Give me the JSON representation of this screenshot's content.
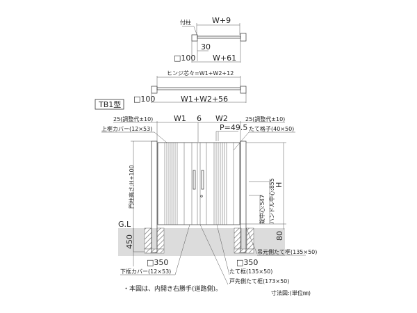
{
  "plan1": {
    "post_label": "付柱",
    "dim_top": "W+9",
    "dim_30": "30",
    "post_size": "□100",
    "dim_bottom": "W+61"
  },
  "plan2": {
    "hinge": "ヒンジ芯々=W1+W2+12",
    "post_size": "□100",
    "dim_bottom": "W1+W2+56"
  },
  "type_label": "TB1型",
  "elevation": {
    "adj_left": "25(調整代±10)",
    "w1": "W1",
    "gap": "6",
    "w2": "W2",
    "adj_right": "25(調整代±10)",
    "top_cover": "上框カバー(12×53)",
    "pitch": "P=49.5",
    "lattice": "たて格子(40×50)",
    "post_height": "門柱高さ:H+100",
    "h": "H",
    "lock_center": "錠中心:547",
    "handle_center": "ハンドル中心:855",
    "gl": "G.L",
    "depth": "450",
    "clearance": "80",
    "found_left": "□350",
    "found_right": "□350",
    "hinge_stile": "吊元側たて框(135×50)",
    "stile": "たて框(135×50)",
    "bottom_cover": "下框カバー(12×53)",
    "latch_stile": "戸先側たて框(173×50)"
  },
  "note": "・本図は、内開き右勝手(道路側)。",
  "caption": "寸法図:(単位㎜)"
}
